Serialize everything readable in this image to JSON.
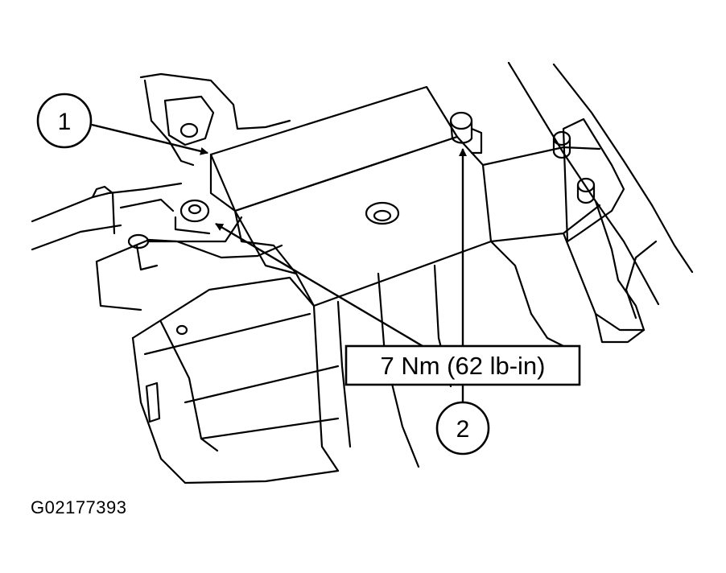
{
  "callouts": [
    {
      "id": "1",
      "label": "1"
    },
    {
      "id": "2",
      "label": "2"
    }
  ],
  "torque_spec": "7 Nm (62 lb-in)",
  "figure_code": "G02177393",
  "colors": {
    "line": "#000000",
    "background": "#ffffff"
  }
}
